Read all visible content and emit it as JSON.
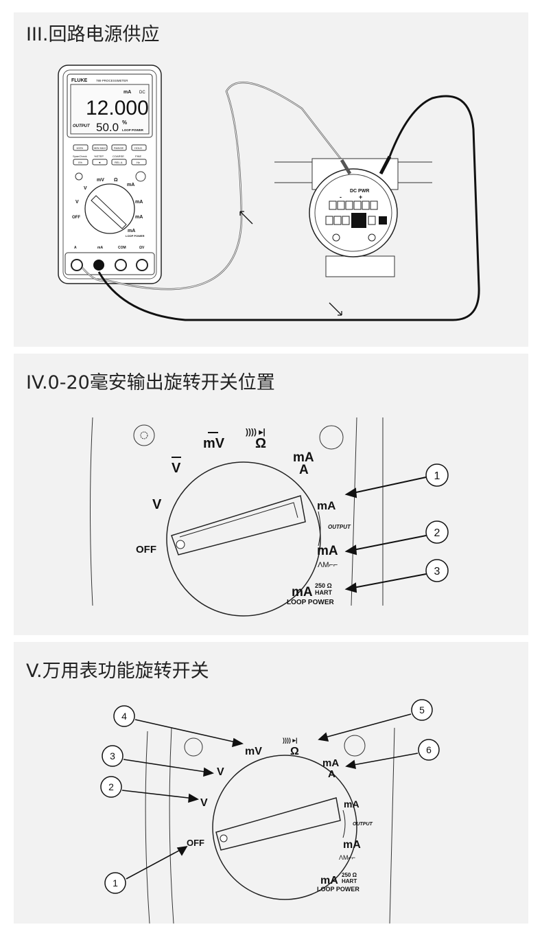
{
  "sections": [
    {
      "title": "III.回路电源供应"
    },
    {
      "title": "IV.0-20毫安输出旋转开关位置"
    },
    {
      "title": "V.万用表功能旋转开关"
    }
  ],
  "meter": {
    "brand": "FLUKE",
    "model": "789 PROCESSMETER",
    "reading": "12.000",
    "unit": "mA",
    "mode": "DC",
    "output_label": "OUTPUT",
    "output_value": "50.0",
    "percent": "%",
    "loop_power": "LOOP POWER",
    "buttons": [
      "100%",
      "MIN MAX",
      "RANGE",
      "HOLD",
      "0%",
      "◄",
      "REL Δ",
      "Hz"
    ],
    "button_labels": [
      "SpanCheck",
      "%STEP",
      "COARSE",
      "FINE"
    ],
    "jacks": [
      "A",
      "mA",
      "COM",
      "ΩV"
    ]
  },
  "transmitter": {
    "label": "DC PWR",
    "plus": "+",
    "minus": "-"
  },
  "dial": {
    "off": "OFF",
    "v_ac": "V",
    "v_dc": "V",
    "mv": "mV",
    "ohm": "Ω",
    "continuity": ")))) ▸|",
    "ma_a_top": "mA",
    "a": "A",
    "ma_source": "mA",
    "output": "OUTPUT",
    "ma_sim": "mA",
    "waves": "ΛΜ⌐⌐",
    "ma_loop": "mA",
    "r250": "250 Ω",
    "hart": "HART",
    "loop_power": "LOOP POWER"
  },
  "callouts_iv": [
    "1",
    "2",
    "3"
  ],
  "callouts_v": [
    "1",
    "2",
    "3",
    "4",
    "5",
    "6"
  ]
}
